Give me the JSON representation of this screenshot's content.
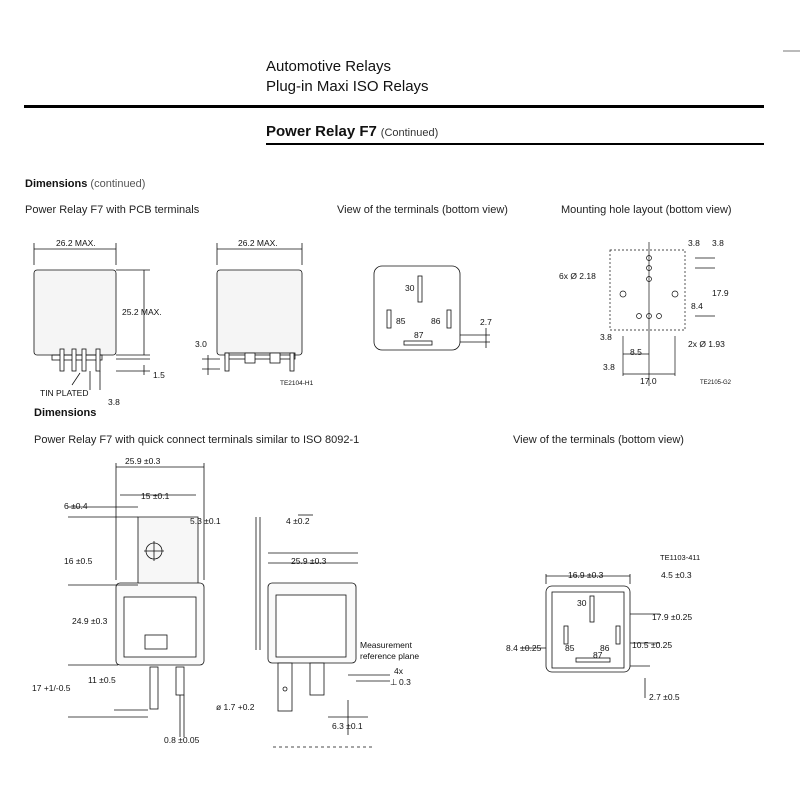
{
  "header": {
    "title_line1": "Automotive Relays",
    "title_line2": "Plug-in Maxi ISO Relays"
  },
  "section": {
    "title": "Power Relay F7",
    "continued": "(Continued)"
  },
  "dimensions1": {
    "heading": "Dimensions",
    "heading_suffix": "(continued)",
    "pcb_caption": "Power Relay F7 with PCB terminals",
    "terminals_caption": "View of the terminals (bottom view)",
    "mounting_caption": "Mounting hole layout (bottom view)",
    "pcb": {
      "width_front": "26.2 MAX.",
      "width_side": "26.2 MAX.",
      "height": "25.2 MAX.",
      "pin_len": "3.0",
      "pin_offset": "1.5",
      "pitch": "3.8",
      "tin": "TIN PLATED",
      "ref": "TE2104-H1"
    },
    "term_view": {
      "t30": "30",
      "t85": "85",
      "t86": "86",
      "t87": "87",
      "dim": "2.7"
    },
    "mount": {
      "d1": "3.8",
      "d2": "3.8",
      "holes1": "6x  Ø 2.18",
      "d3": "17.9",
      "d4": "8.4",
      "holes2": "2x  Ø 1.93",
      "d5": "3.8",
      "d6": "8.5",
      "d7": "3.8",
      "d8": "17.0",
      "ref": "TE2105-G2"
    }
  },
  "dimensions2": {
    "heading": "Dimensions",
    "qc_caption": "Power Relay F7 with quick connect terminals similar to ISO 8092-1",
    "terminals_caption": "View of the terminals (bottom view)",
    "qc": {
      "w_top": "25.9 ±0.3",
      "w_bracket": "15 ±0.1",
      "d_6": "6 ±0.4",
      "d_53": "5.3 ±0.1",
      "d_16": "16 ±0.5",
      "d_249": "24.9 ±0.3",
      "d_11": "11 ±0.5",
      "d_17": "17 +1/-0.5",
      "d_08": "0.8 ±0.05",
      "d_4": "4 ±0.2",
      "w_side": "25.9 ±0.3",
      "meas": "Measurement",
      "meas2": "reference plane",
      "tol_n": "4x",
      "tol_sym": "⊥",
      "tol_v": "0.3",
      "d_17b": "ø 1.7 +0.2",
      "d_63": "6.3 ±0.1"
    },
    "bottom": {
      "ref": "TE1103-411",
      "d_169": "16.9 ±0.3",
      "d_45": "4.5 ±0.3",
      "d_179": "17.9 ±0.25",
      "d_84": "8.4 ±0.25",
      "d_105": "10.5 ±0.25",
      "d_27": "2.7 ±0.5",
      "t30": "30",
      "t85": "85",
      "t86": "86",
      "t87": "87"
    }
  }
}
